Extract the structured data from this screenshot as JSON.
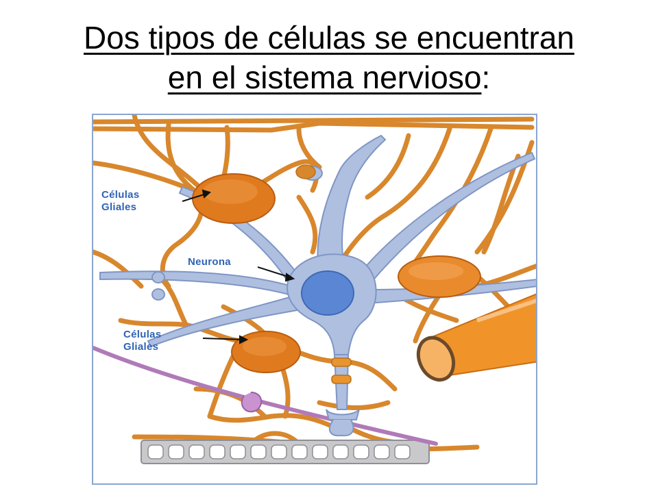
{
  "slide": {
    "title_line1": "Dos tipos de células se encuentran",
    "title_line2_main": "en el sistema nervioso",
    "title_line2_tail": ":"
  },
  "figure": {
    "labels": {
      "glial_top_1": "Células",
      "glial_top_2": "Gliales",
      "neuron": "Neurona",
      "glial_bottom_1": "Células",
      "glial_bottom_2": "Gliales"
    },
    "colors": {
      "glial": "#e07a1e",
      "glial_fiber": "#d8872c",
      "neuron": "#aebfe0",
      "neuron_outline": "#7f95c4",
      "nucleus": "#5b86d4",
      "label": "#2f63b4",
      "axon_purple": "#b07ab8",
      "vessel": "#f0942a",
      "border": "#8aa6cf"
    }
  }
}
